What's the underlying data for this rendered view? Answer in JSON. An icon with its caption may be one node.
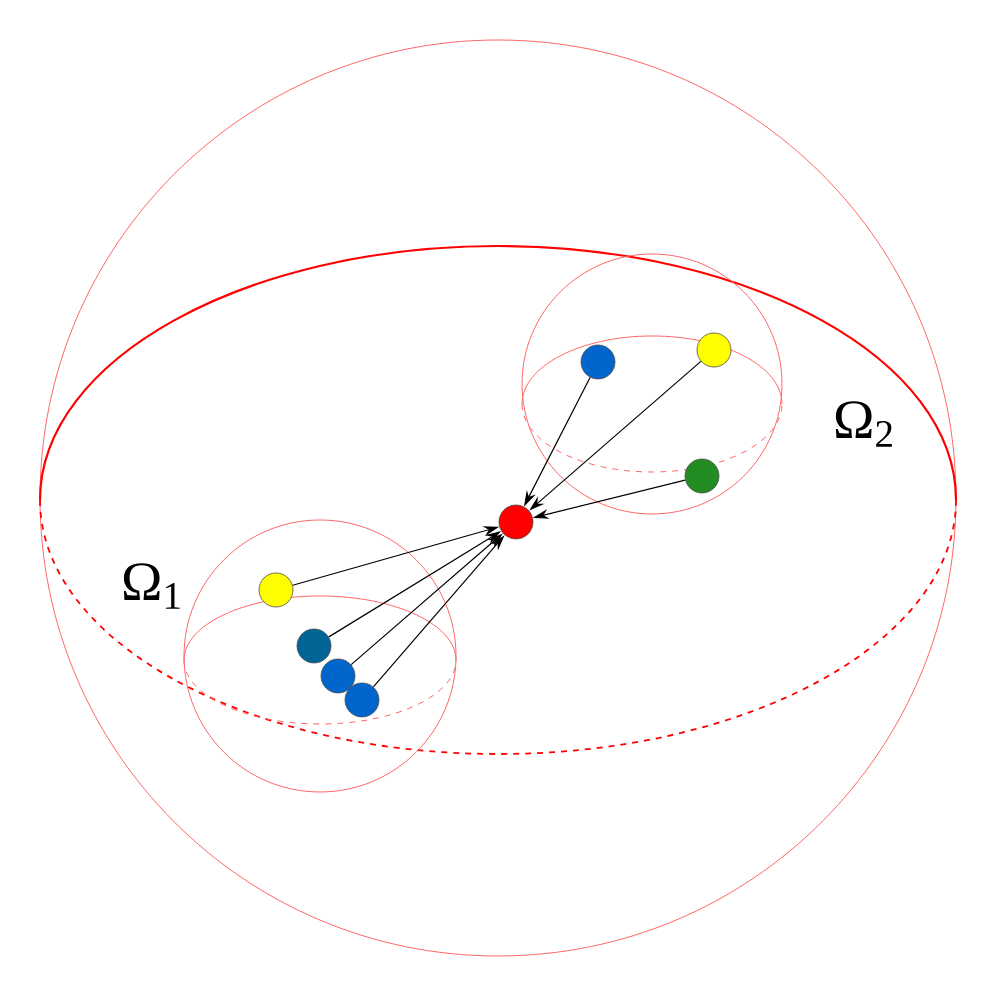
{
  "diagram": {
    "nodes": [
      {
        "text": [],
        "shape": "circle"
      },
      {
        "text": [],
        "shape": "circle"
      },
      {
        "text": [],
        "shape": "circle"
      },
      {
        "text": [],
        "shape": "circle"
      },
      {
        "text": [],
        "shape": "circle"
      },
      {
        "text": [],
        "shape": "circle"
      },
      {
        "text": [],
        "shape": "circle"
      },
      {
        "text": [],
        "shape": "circle"
      }
    ],
    "edges": [
      {
        "from": 0,
        "to": 3,
        "arrow": "to"
      },
      {
        "from": 1,
        "to": 3,
        "arrow": "to"
      },
      {
        "from": 2,
        "to": 3,
        "arrow": "to"
      },
      {
        "from": 4,
        "to": 3,
        "arrow": "to"
      },
      {
        "from": 5,
        "to": 3,
        "arrow": "to"
      },
      {
        "from": 6,
        "to": 3,
        "arrow": "to"
      },
      {
        "from": 7,
        "to": 3,
        "arrow": "to"
      }
    ],
    "labels": [
      "Ω$_{1}$",
      "Ω$_{2}$"
    ]
  }
}
